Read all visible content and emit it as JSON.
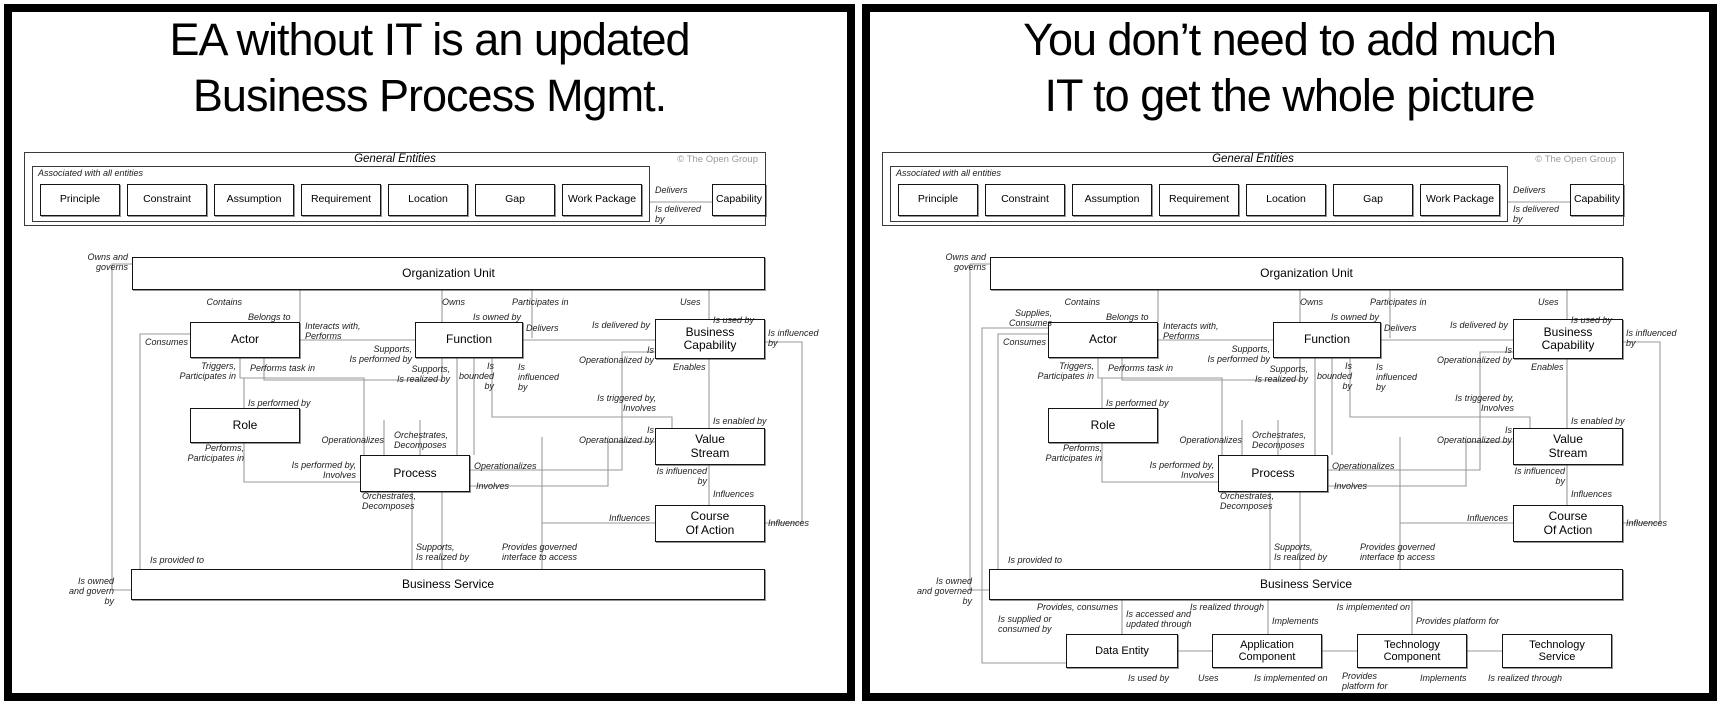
{
  "panels": {
    "left": {
      "title": "EA without IT is an updated\nBusiness Process Mgmt.",
      "owned_by": "Is owned\nand govern\nby"
    },
    "right": {
      "title": "You don’t need to add much\nIT to get the whole picture",
      "owned_by": "Is owned\nand governed\nby"
    }
  },
  "diagram": {
    "band": {
      "title": "General Entities",
      "copyright": "© The Open Group",
      "associated": "Associated with all entities",
      "entities": [
        "Principle",
        "Constraint",
        "Assumption",
        "Requirement",
        "Location",
        "Gap",
        "Work Package"
      ],
      "delivers": "Delivers",
      "is_delivered_by": "Is delivered by",
      "capability": "Capability"
    },
    "nodes": {
      "org_unit": "Organization Unit",
      "actor": "Actor",
      "function": "Function",
      "business_capability": "Business\nCapability",
      "role": "Role",
      "process": "Process",
      "value_stream": "Value\nStream",
      "course_of_action": "Course\nOf Action",
      "business_service": "Business Service"
    },
    "rel": {
      "owns_governs": "Owns and\ngoverns",
      "contains": "Contains",
      "belongs_to": "Belongs to",
      "consumes": "Consumes",
      "interacts_performs": "Interacts with,\nPerforms",
      "triggers_participates": "Triggers,\nParticipates in",
      "performs_task_in": "Performs task in",
      "owns": "Owns",
      "is_owned_by": "Is owned by",
      "participates_in": "Participates in",
      "uses": "Uses",
      "is_used_by": "Is used by",
      "delivers": "Delivers",
      "is_delivered_by": "Is delivered by",
      "supports_is_performed_by": "Supports,\nIs performed by",
      "supports_is_realized_by": "Supports,\nIs realized by",
      "is_bounded_by": "Is\nbounded\nby",
      "is_influenced_by_3": "Is\ninfluenced\nby",
      "is_operationalized_by": "Is\nOperationalized by",
      "enables": "Enables",
      "is_influenced_by_2": "Is influenced\nby",
      "is_triggered_by_involves": "Is triggered by,\nInvolves",
      "is_enabled_by": "Is enabled by",
      "is_performed_by": "Is performed by",
      "operationalizes": "Operationalizes",
      "orchestrates_decomposes": "Orchestrates,\nDecomposes",
      "performs_participates_in": "Performs,\nParticipates in",
      "is_performed_by_involves": "Is performed by,\nInvolves",
      "involves": "Involves",
      "influences": "Influences",
      "is_provided_to": "Is provided to",
      "provides_governed": "Provides governed\ninterface to access"
    }
  },
  "it": {
    "supplies_consumes": "Supplies,\nConsumes",
    "provides_consumes": "Provides, consumes",
    "is_accessed": "Is accessed and\nupdated through",
    "is_realized_through": "Is realized through",
    "implements": "Implements",
    "is_implemented_on": "Is implemented on",
    "provides_platform_for": "Provides platform for",
    "provides_platform_2": "Provides\nplatform for",
    "is_supplied_or": "Is supplied or\nconsumed by",
    "is_used_by": "Is used by",
    "uses": "Uses",
    "nodes": [
      "Data Entity",
      "Application\nComponent",
      "Technology\nComponent",
      "Technology\nService"
    ]
  }
}
